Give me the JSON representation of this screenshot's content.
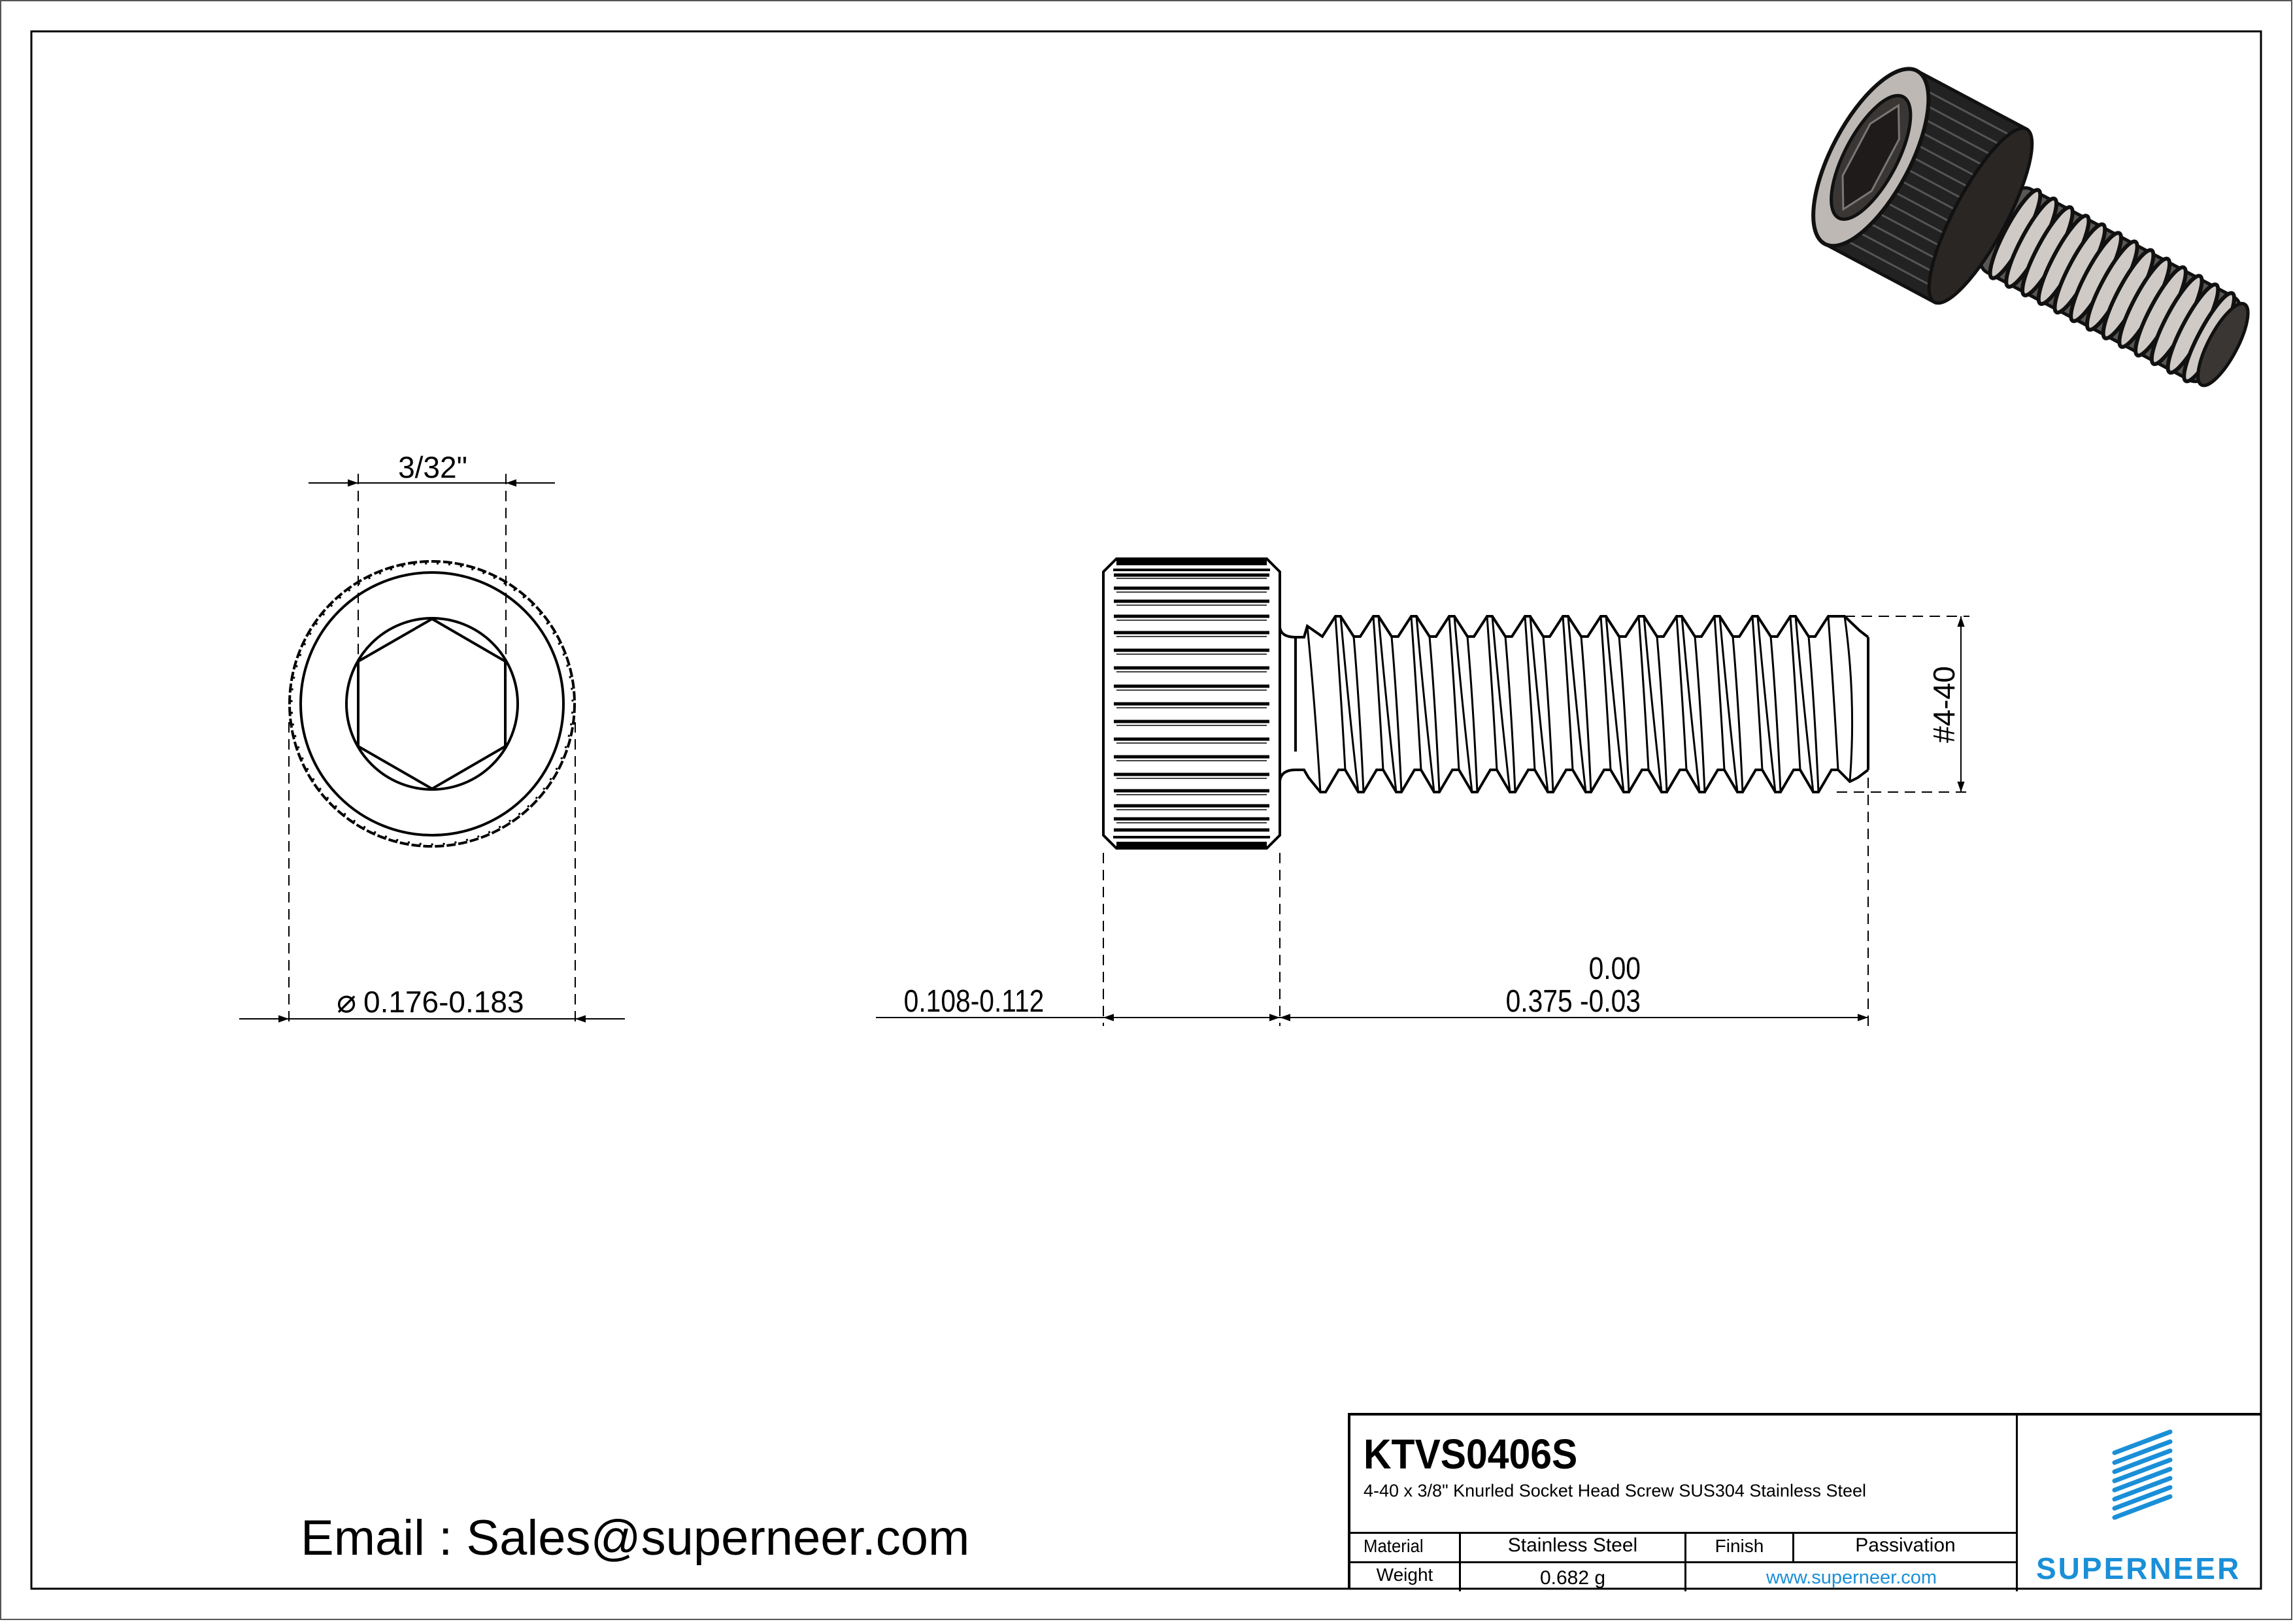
{
  "drawing": {
    "front_view": {
      "hex_key_dim": "3/32\"",
      "head_diameter_dim_symbol": "⌀",
      "head_diameter_dim": "0.176-0.183"
    },
    "side_view": {
      "head_height_dim": "0.108-0.112",
      "length_dim_upper_tol": "0.00",
      "length_dim": "0.375 -0.03",
      "thread_dim": "#4-40"
    }
  },
  "contact": {
    "email_line": "Email : Sales@superneer.com"
  },
  "title_block": {
    "part_number": "KTVS0406S",
    "description": "4-40 x 3/8\" Knurled Socket Head Screw SUS304 Stainless Steel",
    "material_label": "Material",
    "material_value": "Stainless Steel",
    "finish_label": "Finish",
    "finish_value": "Passivation",
    "weight_label": "Weight",
    "weight_value": "0.682 g",
    "website": "www.superneer.com",
    "brand": "SUPERNEER",
    "brand_color": "#1a8fd8"
  }
}
